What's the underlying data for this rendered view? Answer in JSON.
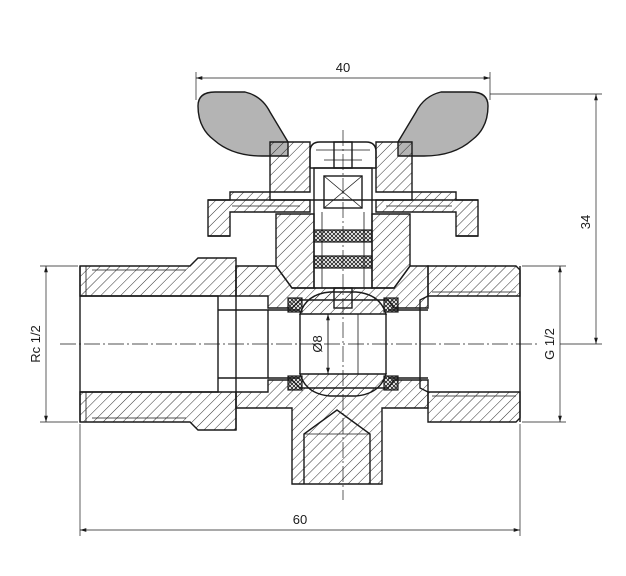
{
  "dimensions": {
    "top_width": "40",
    "bottom_width": "60",
    "height": "34",
    "left_thread": "Rc 1/2",
    "right_thread": "G 1/2",
    "bore": "Ø8"
  },
  "colors": {
    "line": "#1a1a1a",
    "handle_fill": "#b4b4b4",
    "background": "#ffffff"
  }
}
